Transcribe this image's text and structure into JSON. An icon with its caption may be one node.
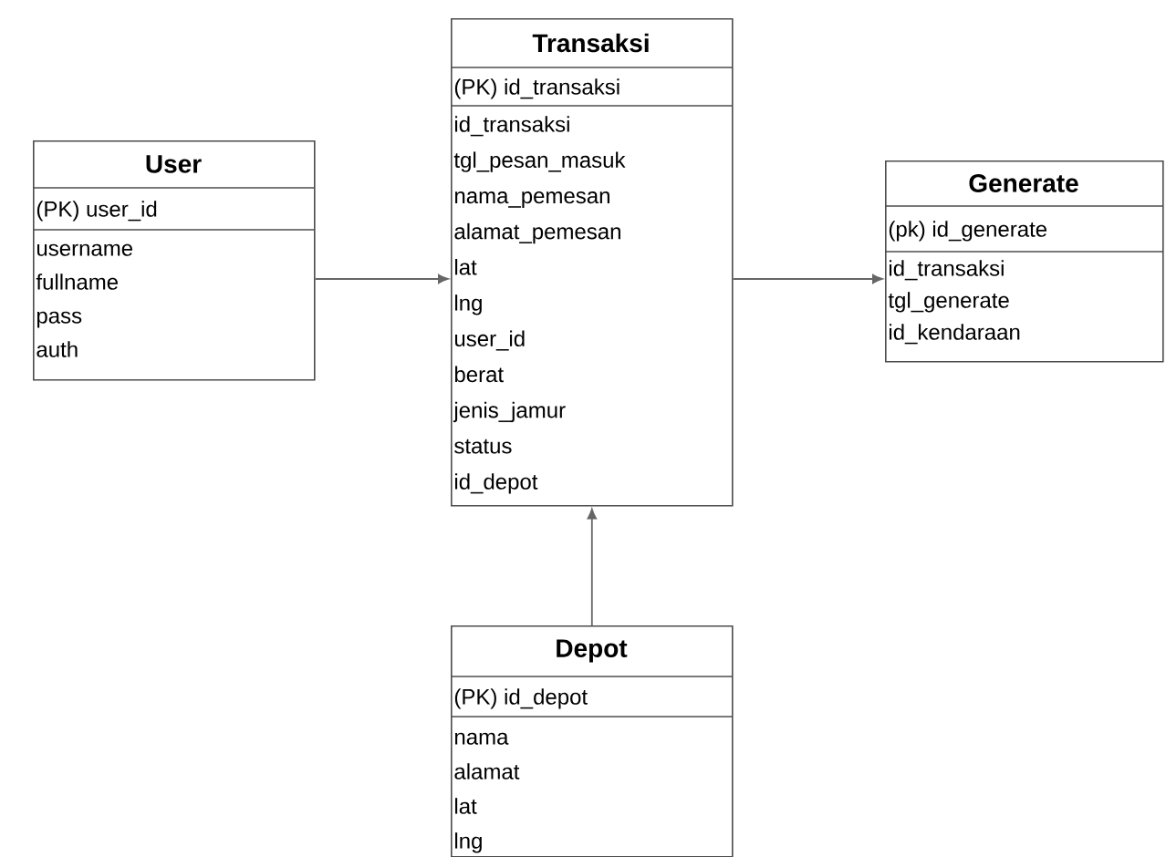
{
  "diagram": {
    "nodes": [
      {
        "text": [
          "User",
          "(PK) user_id",
          "username",
          "fullname",
          "pass",
          "auth"
        ]
      },
      {
        "text": [
          "Transaksi",
          "(PK) id_transaksi",
          "id_transaksi",
          "tgl_pesan_masuk",
          "nama_pemesan",
          "alamat_pemesan",
          "lat",
          "lng",
          "user_id",
          "berat",
          "jenis_jamur",
          "status",
          "id_depot"
        ]
      },
      {
        "text": [
          "Generate",
          "(pk) id_generate",
          "id_transaksi",
          "tgl_generate",
          "id_kendaraan"
        ]
      },
      {
        "text": [
          "Depot",
          "(PK) id_depot",
          "nama",
          "alamat",
          "lat",
          "lng"
        ]
      }
    ],
    "edges": [
      {
        "from": 0,
        "to": 1,
        "arrow": "to"
      },
      {
        "from": 1,
        "to": 2,
        "arrow": "to"
      },
      {
        "from": 3,
        "to": 1,
        "arrow": "to"
      }
    ]
  }
}
